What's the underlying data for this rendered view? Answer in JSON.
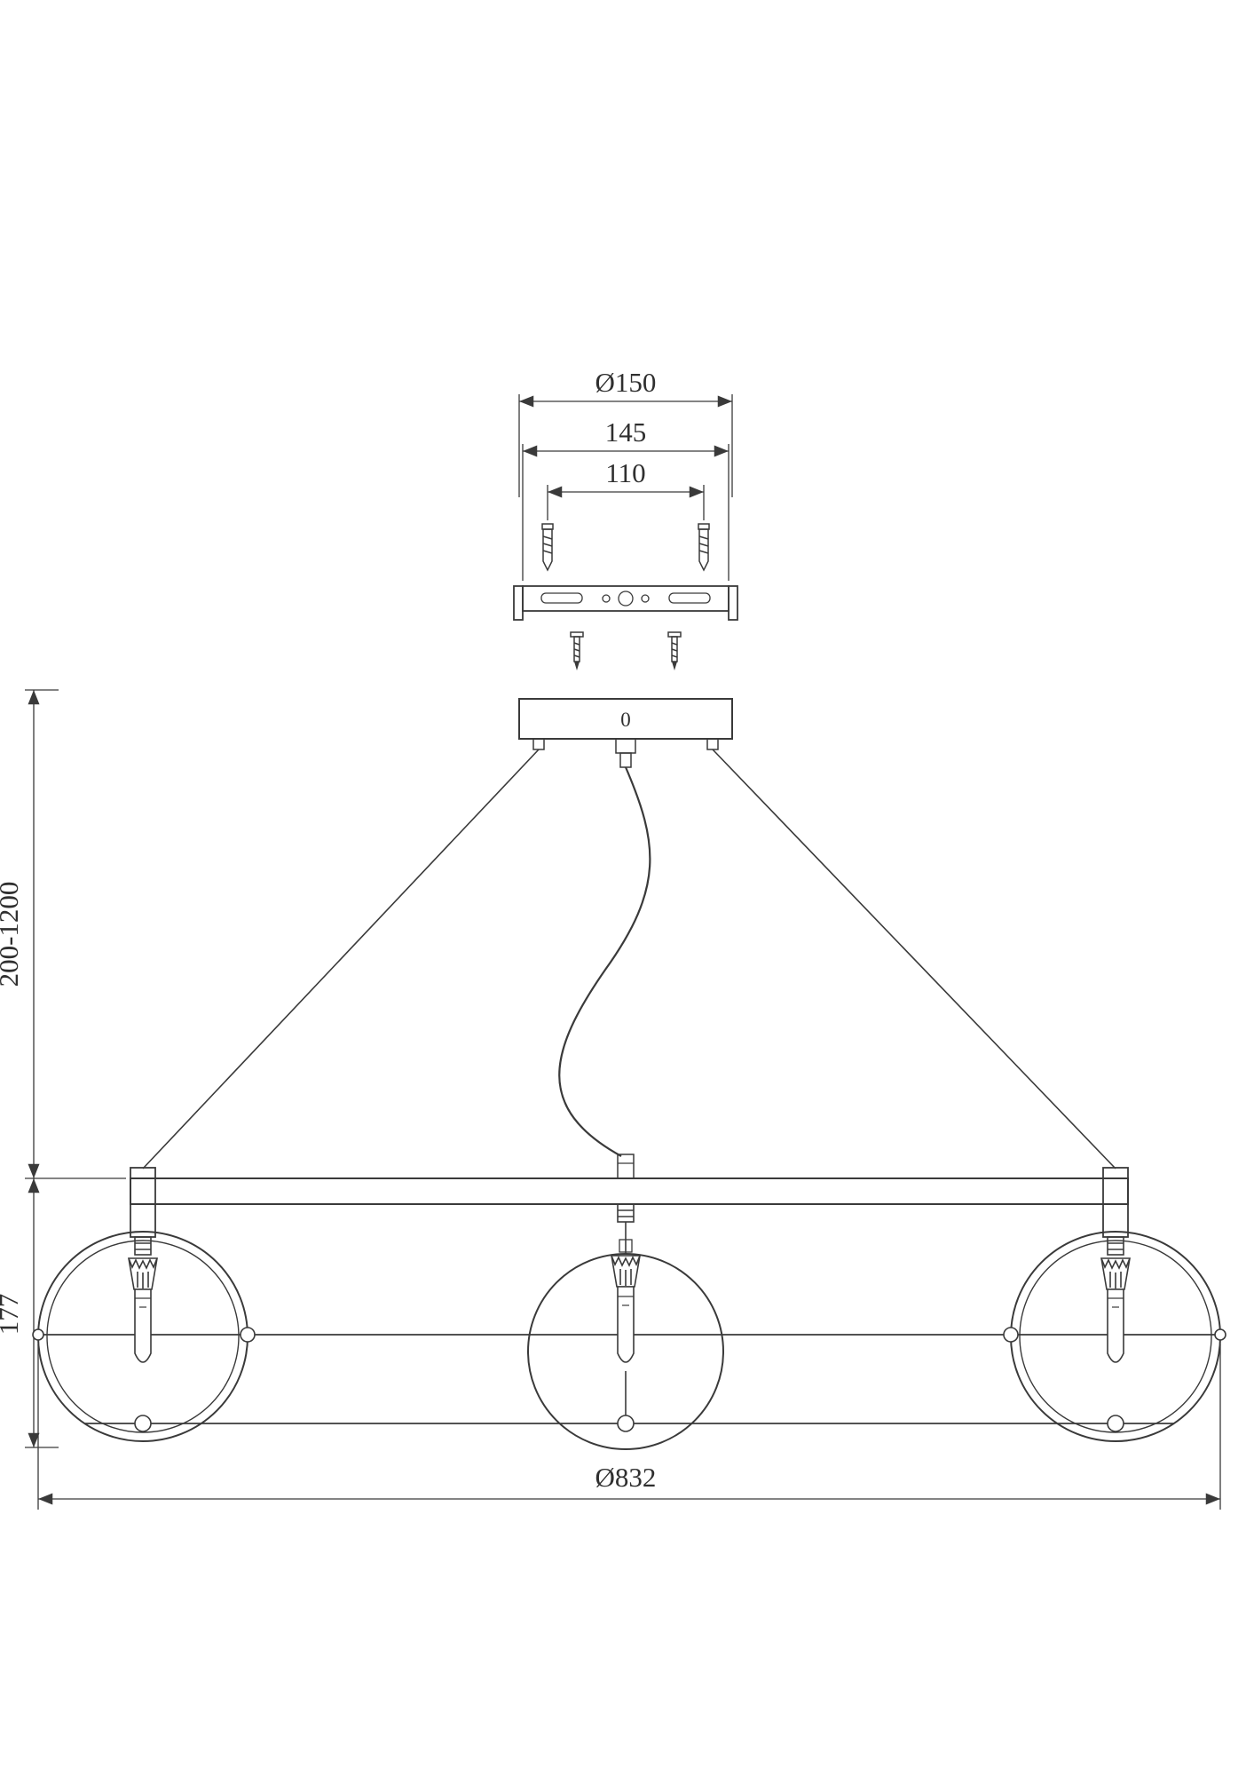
{
  "dimensions": {
    "canopy_diameter": "Ø150",
    "bracket_width": "145",
    "anchor_spacing": "110",
    "suspension_range": "200-1200",
    "body_height": "177",
    "fixture_diameter": "Ø832"
  },
  "canopy_label": "0",
  "colors": {
    "line": "#3a3a3a",
    "text": "#2f2f2f",
    "background": "#ffffff"
  }
}
